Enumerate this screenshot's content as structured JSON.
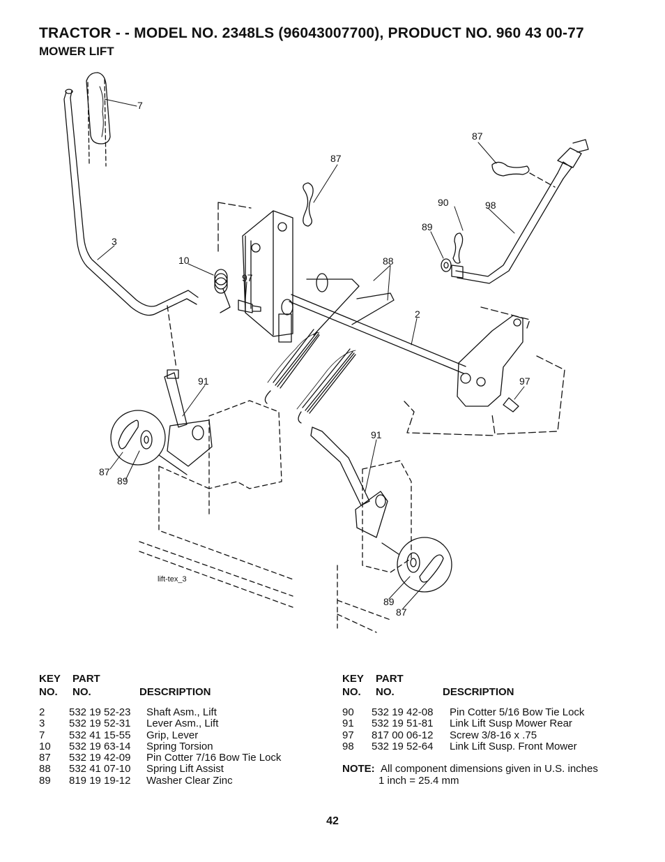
{
  "header": {
    "title": "TRACTOR -  - MODEL NO. 2348LS (96043007700), PRODUCT NO. 960 43 00-77",
    "subtitle": "MOWER LIFT"
  },
  "diagram": {
    "callouts": [
      "7",
      "87",
      "87",
      "90",
      "98",
      "89",
      "3",
      "10",
      "97",
      "88",
      "2",
      "91",
      "97",
      "87",
      "89",
      "91",
      "89",
      "87"
    ],
    "image_label": "lift-tex_3"
  },
  "parts_table_left": {
    "headers": {
      "key_l1": "KEY",
      "key_l2": "NO.",
      "part_l1": "PART",
      "part_l2": "NO.",
      "description": "DESCRIPTION"
    },
    "rows": [
      {
        "key": "2",
        "part": "532 19 52-23",
        "description": "Shaft Asm., Lift"
      },
      {
        "key": "3",
        "part": "532 19 52-31",
        "description": "Lever Asm., Lift"
      },
      {
        "key": "7",
        "part": "532 41 15-55",
        "description": "Grip, Lever"
      },
      {
        "key": "10",
        "part": "532 19 63-14",
        "description": "Spring  Torsion"
      },
      {
        "key": "87",
        "part": "532 19 42-09",
        "description": "Pin Cotter 7/16 Bow Tie Lock"
      },
      {
        "key": "88",
        "part": "532 41 07-10",
        "description": "Spring Lift Assist"
      },
      {
        "key": "89",
        "part": "819 19 19-12",
        "description": "Washer Clear Zinc"
      }
    ]
  },
  "parts_table_right": {
    "headers": {
      "key_l1": "KEY",
      "key_l2": "NO.",
      "part_l1": "PART",
      "part_l2": "NO.",
      "description": "DESCRIPTION"
    },
    "rows": [
      {
        "key": "90",
        "part": "532 19 42-08",
        "description": "Pin Cotter 5/16 Bow Tie Lock"
      },
      {
        "key": "91",
        "part": "532 19 51-81",
        "description": "Link Lift Susp Mower Rear"
      },
      {
        "key": "97",
        "part": "817 00 06-12",
        "description": "Screw 3/8-16 x .75"
      },
      {
        "key": "98",
        "part": "532 19 52-64",
        "description": "Link Lift Susp. Front Mower"
      }
    ]
  },
  "note": {
    "label": "NOTE:",
    "line1": "All component dimensions given in U.S. inches",
    "line2": "1 inch = 25.4 mm"
  },
  "page_number": "42"
}
